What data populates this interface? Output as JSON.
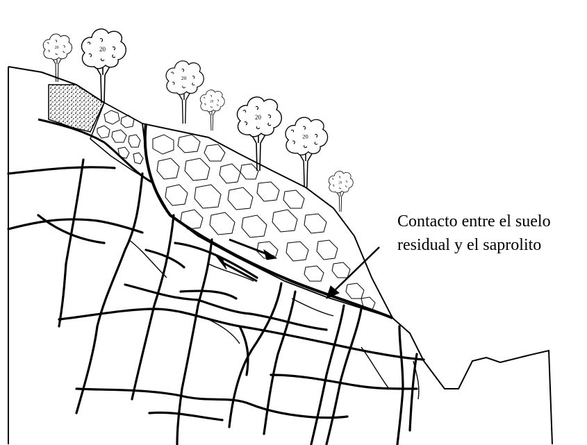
{
  "annotation": {
    "line1": "Contacto entre el suelo",
    "line2": "residual y el saprolito"
  },
  "colors": {
    "ink": "#000000",
    "paper": "#ffffff"
  },
  "elements": {
    "trees": "tree-icon",
    "residual_soil": "boulder-fill",
    "colluvium": "stipple-fill",
    "saprolite": "fractured-rock-blocks",
    "contact_arrow": "arrow-icon",
    "shear_arrows": "shear-arrow-icon"
  }
}
